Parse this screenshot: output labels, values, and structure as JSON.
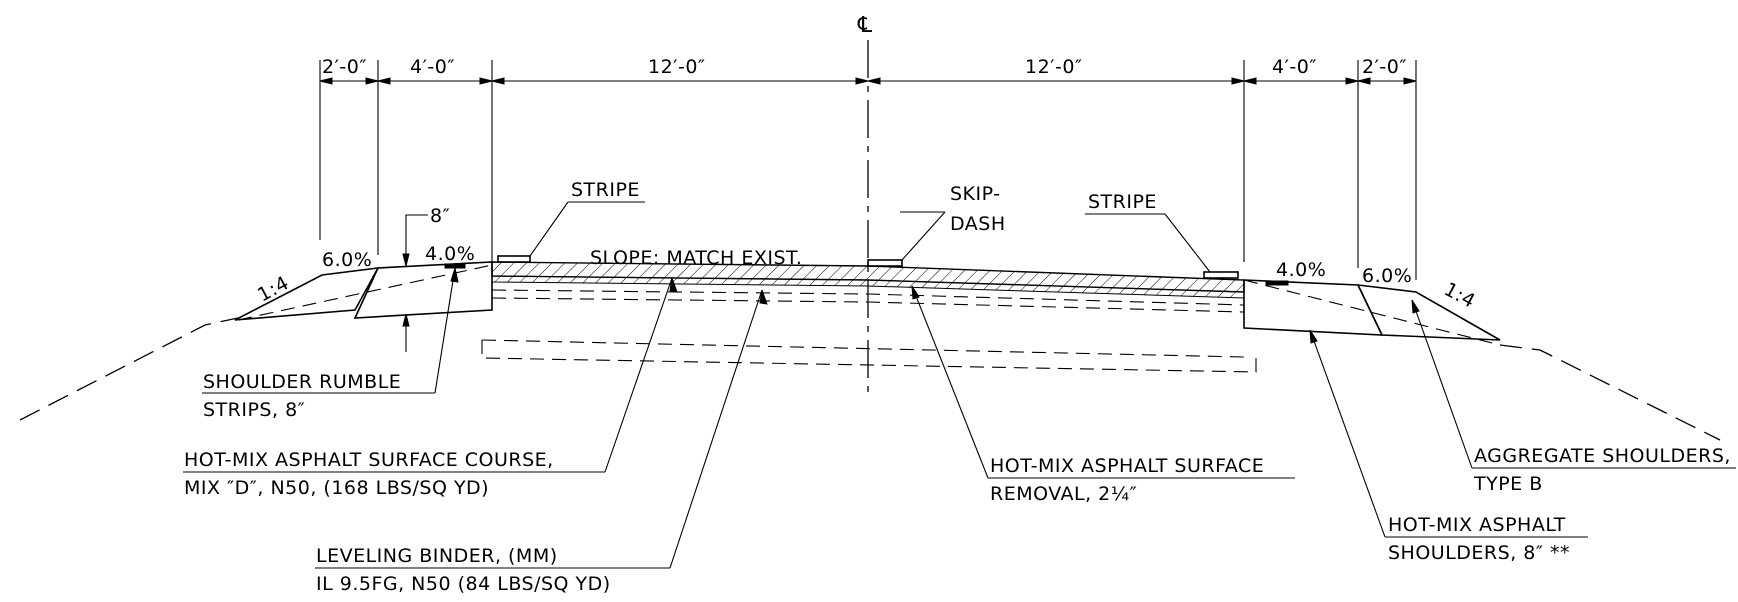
{
  "centerline_symbol": "℄",
  "dimensions": {
    "left_agg_shoulder": "2′-0″",
    "left_hma_shoulder": "4′-0″",
    "left_lane": "12′-0″",
    "right_lane": "12′-0″",
    "right_hma_shoulder": "4′-0″",
    "right_agg_shoulder": "2′-0″"
  },
  "slopes": {
    "left_foreslope": "1:4",
    "left_agg": "6.0%",
    "left_hma": "4.0%",
    "right_hma": "4.0%",
    "right_agg": "6.0%",
    "right_foreslope": "1:4",
    "rumble_depth": "8″"
  },
  "callouts": {
    "stripe_left": "STRIPE",
    "slope_note": "SLOPE: MATCH EXIST.",
    "skip_dash_1": "SKIP-",
    "skip_dash_2": "DASH",
    "stripe_right": "STRIPE",
    "rumble_1": "SHOULDER RUMBLE",
    "rumble_2": "STRIPS, 8″",
    "surface_1": "HOT-MIX ASPHALT SURFACE COURSE,",
    "surface_2": "MIX ″D″, N50, (168 LBS/SQ YD)",
    "leveling_1": "LEVELING BINDER, (MM)",
    "leveling_2": "IL 9.5FG, N50 (84 LBS/SQ YD)",
    "removal_1": "HOT-MIX ASPHALT SURFACE",
    "removal_2": "REMOVAL, 2¼″",
    "hma_shoulder_1": "HOT-MIX ASPHALT",
    "hma_shoulder_2": "SHOULDERS, 8″ **",
    "agg_shoulder_1": "AGGREGATE SHOULDERS,",
    "agg_shoulder_2": "TYPE B"
  }
}
